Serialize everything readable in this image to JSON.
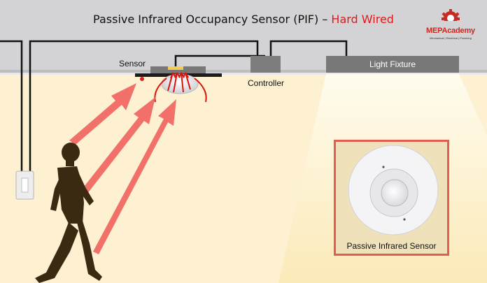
{
  "title": {
    "text": "Passive Infrared Occupancy Sensor (PIF) – ",
    "highlight": "Hard Wired",
    "highlight_color": "#e01818"
  },
  "logo": {
    "name": "MEPAcademy",
    "tagline": "Mechanical | Electrical | Plumbing",
    "icon": "gear-icon"
  },
  "labels": {
    "sensor": "Sensor",
    "controller": "Controller",
    "light_fixture": "Light Fixture",
    "photo_caption": "Passive Infrared Sensor"
  },
  "colors": {
    "ceiling": "#d3d3d5",
    "room": "#fdf1d2",
    "fixture": "#787878",
    "arrows": "#f2706a",
    "frame": "#e55c52",
    "person": "#3b2a12"
  }
}
